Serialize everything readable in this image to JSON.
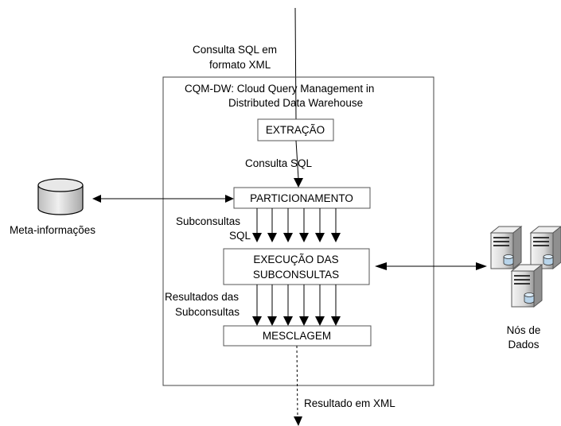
{
  "system_title_line1": "CQM-DW: Cloud Query Management in",
  "system_title_line2": "Distributed Data Warehouse",
  "input_label_line1": "Consulta SQL em",
  "input_label_line2": "formato XML",
  "boxes": {
    "extracao": "EXTRAÇÃO",
    "particionamento": "PARTICIONAMENTO",
    "execucao_line1": "EXECUÇÃO DAS",
    "execucao_line2": "SUBCONSULTAS",
    "mesclagem": "MESCLAGEM"
  },
  "consulta_sql_label": "Consulta SQL",
  "subconsultas_label_line1": "Subconsultas",
  "subconsultas_label_line2": "SQL",
  "resultados_label_line1": "Resultados das",
  "resultados_label_line2": "Subconsultas",
  "output_label": "Resultado em XML",
  "meta_label": "Meta-informações",
  "nodes_label_line1": "Nós de",
  "nodes_label_line2": "Dados",
  "colors": {
    "stroke": "#000000",
    "server_body": "#d9d9d9",
    "db_fill": "#e0e0e0",
    "disk_blue": "#b8d4ea"
  }
}
